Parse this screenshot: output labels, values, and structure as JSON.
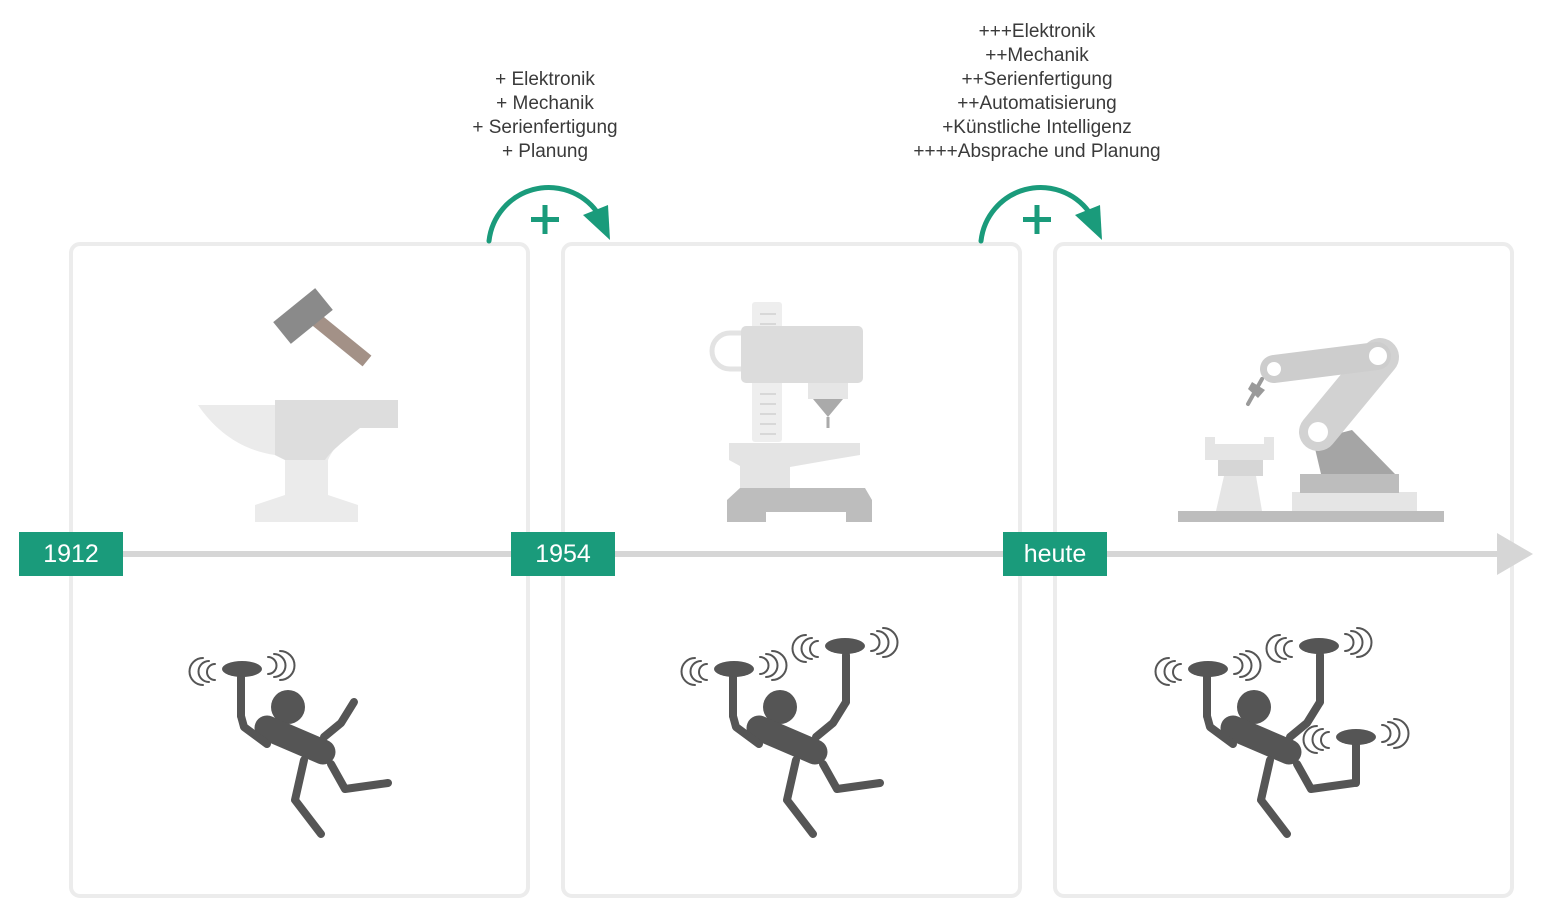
{
  "timeline": {
    "labels": [
      "1912",
      "1954",
      "heute"
    ],
    "accent_color": "#1a9b7b",
    "axis_color": "#d6d6d6"
  },
  "transitions": [
    {
      "symbol": "+",
      "lines": [
        "+ Elektronik",
        "+ Mechanik",
        "+ Serienfertigung",
        "+ Planung"
      ]
    },
    {
      "symbol": "+",
      "lines": [
        "+++Elektronik",
        "++Mechanik",
        "++Serienfertigung",
        "++Automatisierung",
        "+Künstliche Intelligenz",
        "++++Absprache und Planung"
      ]
    }
  ],
  "panels": [
    {
      "machine_icon": "hammer-anvil-icon",
      "worker_icon": "worker-juggling-one-plate-icon",
      "plate_count": 1
    },
    {
      "machine_icon": "drill-press-icon",
      "worker_icon": "worker-juggling-two-plates-icon",
      "plate_count": 2
    },
    {
      "machine_icon": "robot-arm-icon",
      "worker_icon": "worker-juggling-three-plates-icon",
      "plate_count": 3
    }
  ]
}
